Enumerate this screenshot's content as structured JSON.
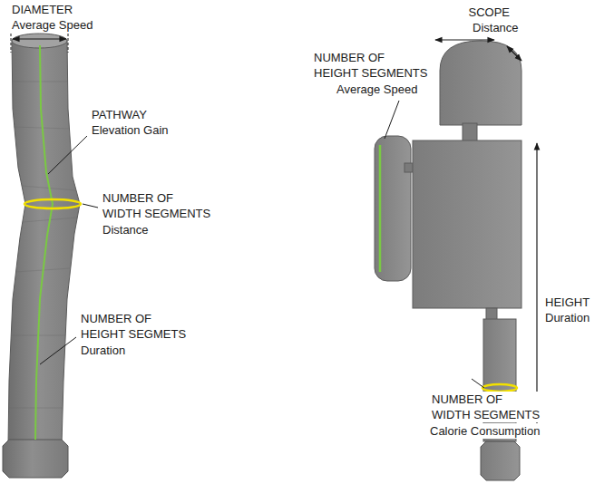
{
  "diagram": {
    "labels": [
      "DIAMETER",
      "Average Speed",
      "SCOPE",
      "Distance",
      "NUMBER OF HEIGHT SEGMENTS",
      "Average Speed",
      "PATHWAY",
      "Elevation Gain",
      "NUMBER OF WIDTH SEGMENTS",
      "Distance",
      "HEIGHT",
      "Duration",
      "NUMBER OF HEIGHT SEGMETS",
      "Duration",
      "NUMBER OF WIDTH SEGMENTS",
      "Calorie Consumption"
    ]
  }
}
